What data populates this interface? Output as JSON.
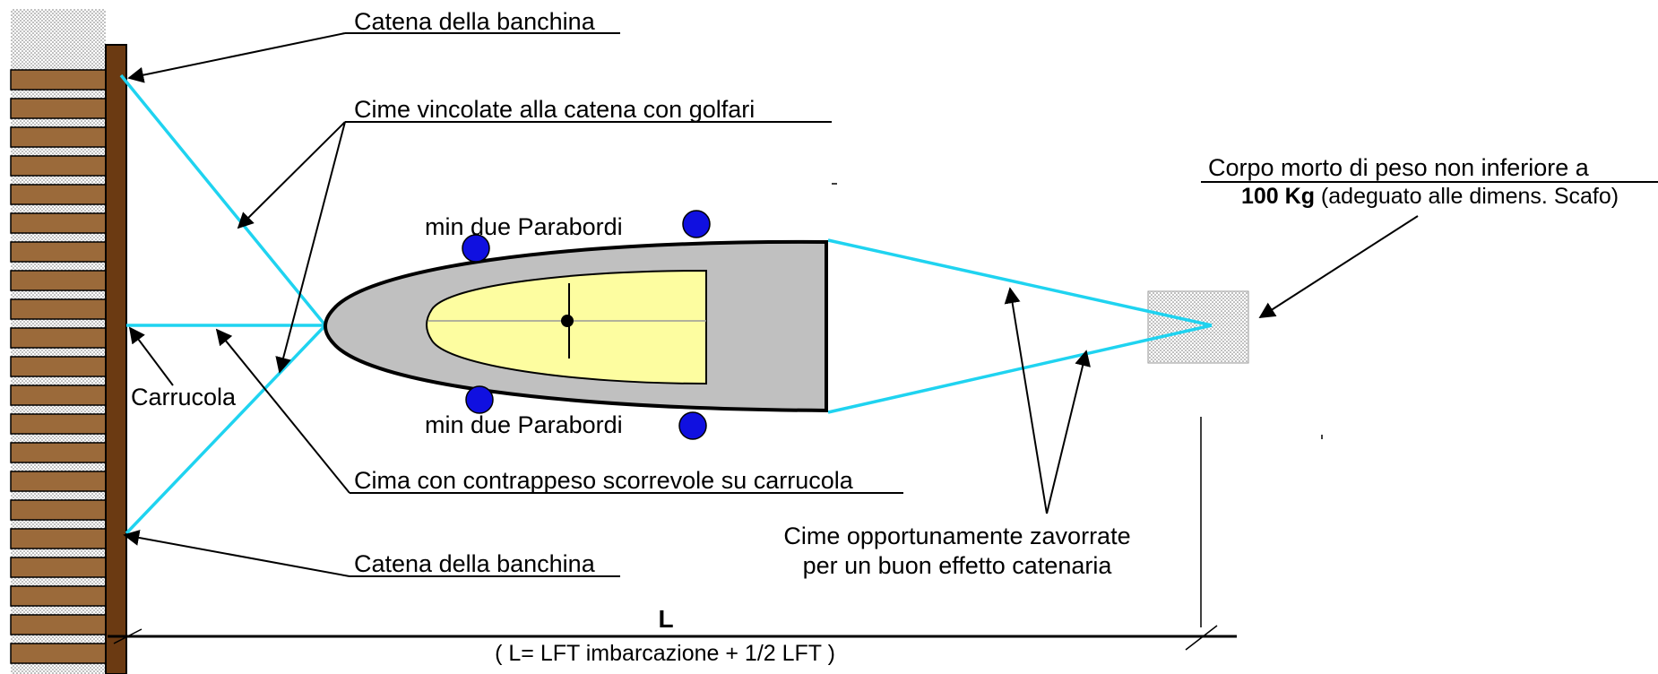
{
  "labels": {
    "chain_top": "Catena della banchina",
    "lines_bound": "Cime vincolate alla catena con golfari",
    "fenders_top": "min due Parabordi",
    "fenders_bottom": "min due Parabordi",
    "pulley": "Carrucola",
    "counterweight_line": "Cima con contrappeso scorrevole su carrucola",
    "chain_bottom": "Catena della banchina",
    "ballasted_line1": "Cime opportunamente zavorrate",
    "ballasted_line2": "per un buon effetto catenaria",
    "deadweight_line1": "Corpo morto di peso non inferiore a",
    "deadweight_bold": "100 Kg",
    "deadweight_rest": " (adeguato alle dimens. Scafo)",
    "length_symbol": "L",
    "length_formula": "( L= LFT imbarcazione + 1/2 LFT )"
  },
  "colors": {
    "brick": "#9b6a3a",
    "dock_post": "#6b3a12",
    "rope": "#1fd3f0",
    "hull": "#c0c0c0",
    "deck": "#fdfda0",
    "fender": "#1010e0"
  }
}
